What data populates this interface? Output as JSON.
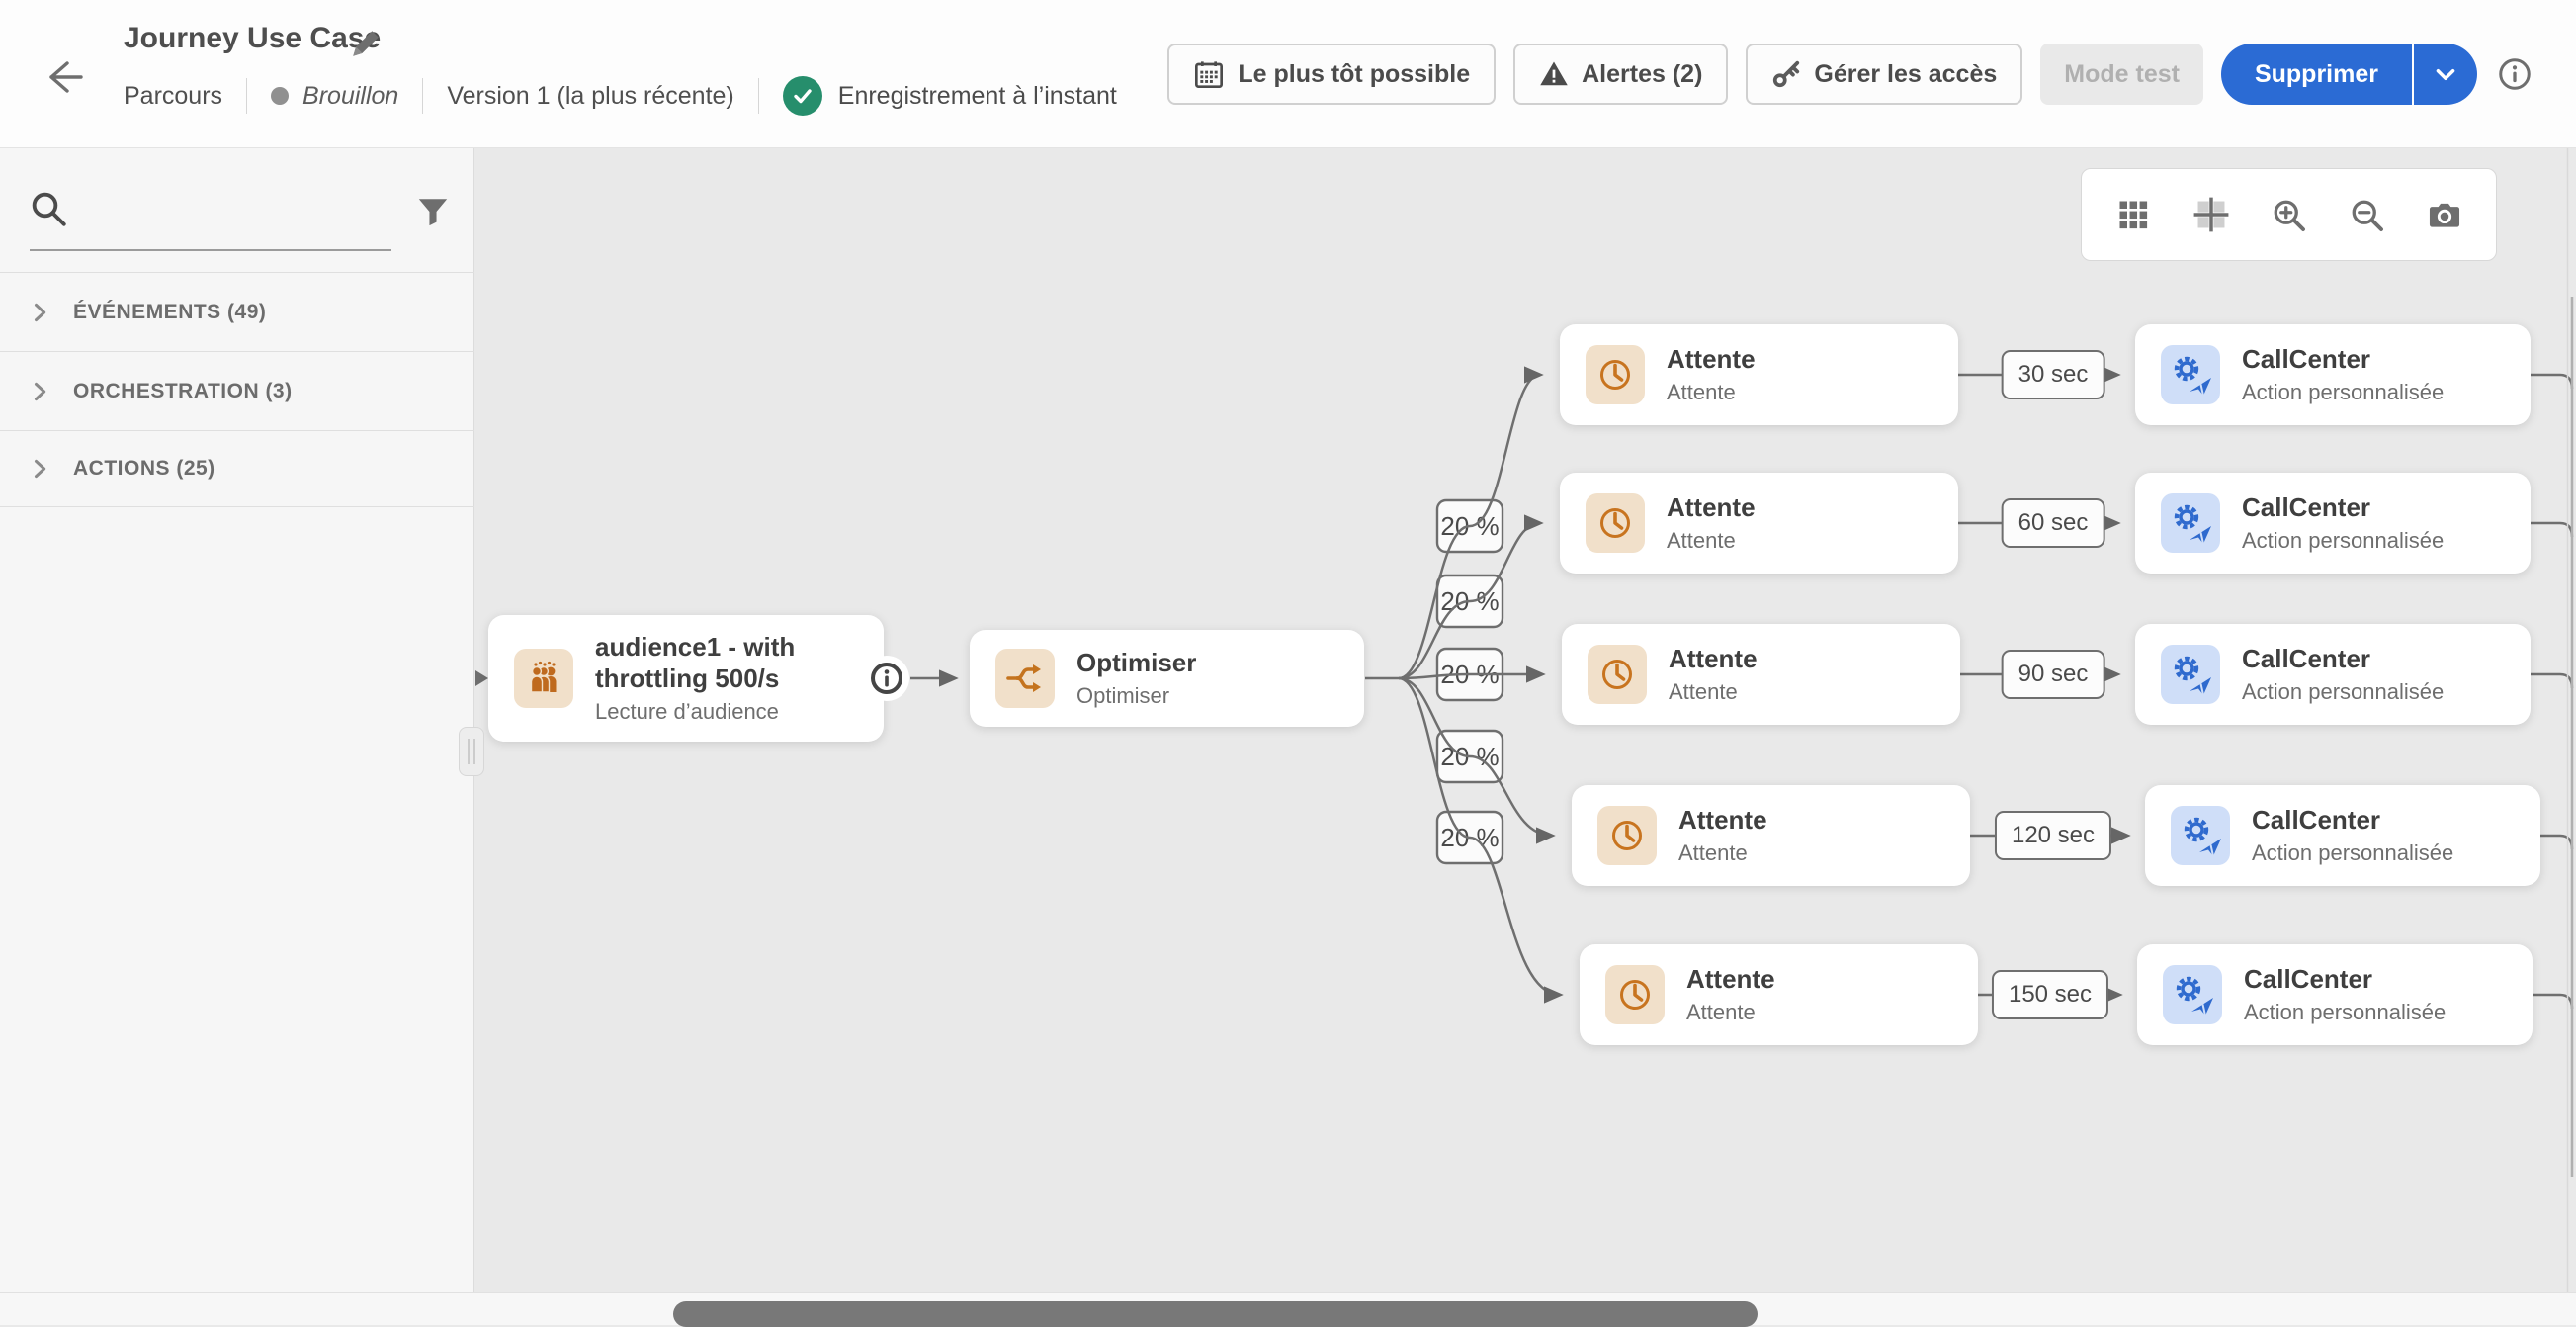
{
  "header": {
    "title": "Journey Use Case",
    "nav_label": "Parcours",
    "status": "Brouillon",
    "version": "Version 1 (la plus récente)",
    "autosave": "Enregistrement à l’instant",
    "schedule_button": "Le plus tôt possible",
    "alerts_button": "Alertes (2)",
    "access_button": "Gérer les accès",
    "test_mode_button": "Mode test",
    "primary_button": "Supprimer"
  },
  "sidebar": {
    "sections": [
      {
        "label": "ÉVÉNEMENTS (49)"
      },
      {
        "label": "ORCHESTRATION (3)"
      },
      {
        "label": "ACTIONS (25)"
      }
    ]
  },
  "canvas": {
    "source": {
      "title": "audience1 - with throttling 500/s",
      "subtitle": "Lecture d’audience"
    },
    "optimizer": {
      "title": "Optimiser",
      "subtitle": "Optimiser"
    },
    "branches": [
      {
        "percent": "20 %",
        "duration": "30 sec",
        "wait": {
          "title": "Attente",
          "subtitle": "Attente"
        },
        "action": {
          "title": "CallCenter",
          "subtitle": "Action personnalisée"
        }
      },
      {
        "percent": "20 %",
        "duration": "60 sec",
        "wait": {
          "title": "Attente",
          "subtitle": "Attente"
        },
        "action": {
          "title": "CallCenter",
          "subtitle": "Action personnalisée"
        }
      },
      {
        "percent": "20 %",
        "duration": "90 sec",
        "wait": {
          "title": "Attente",
          "subtitle": "Attente"
        },
        "action": {
          "title": "CallCenter",
          "subtitle": "Action personnalisée"
        }
      },
      {
        "percent": "20 %",
        "duration": "120 sec",
        "wait": {
          "title": "Attente",
          "subtitle": "Attente"
        },
        "action": {
          "title": "CallCenter",
          "subtitle": "Action personnalisée"
        }
      },
      {
        "percent": "20 %",
        "duration": "150 sec",
        "wait": {
          "title": "Attente",
          "subtitle": "Attente"
        },
        "action": {
          "title": "CallCenter",
          "subtitle": "Action personnalisée"
        }
      }
    ]
  },
  "colors": {
    "accent_blue": "#2b6bd4",
    "success_green": "#268e6c",
    "node_tan": "#f1e0ca",
    "node_orange": "#c06c1e",
    "node_light_blue": "#cfdef8",
    "node_blue": "#2f6ace",
    "canvas_bg": "#e9e9e9",
    "sidebar_bg": "#f6f6f6"
  }
}
